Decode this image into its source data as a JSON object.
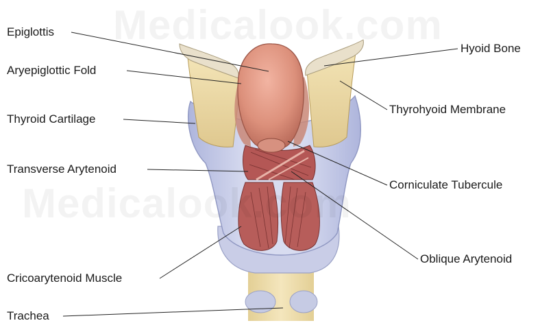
{
  "watermark": {
    "top": "Medicalook.com",
    "middle": "Medicalook.com"
  },
  "labels": {
    "epiglottis": "Epiglottis",
    "aryepiglottic_fold": "Aryepiglottic Fold",
    "thyroid_cartilage": "Thyroid Cartilage",
    "transverse_arytenoid": "Transverse Arytenoid",
    "cricoarytenoid_muscle": "Cricoarytenoid Muscle",
    "trachea": "Trachea",
    "hyoid_bone": "Hyoid Bone",
    "thyrohyoid_membrane": "Thyrohyoid Membrane",
    "corniculate_tubercule": "Corniculate Tubercule",
    "oblique_arytenoid": "Oblique Arytenoid"
  },
  "colors": {
    "hyoid": "#e6dcc6",
    "membrane": "#ecd9a3",
    "thyroid": "#c7cce6",
    "epiglottis": "#d88e78",
    "muscle": "#b25452",
    "trachea": "#ecd9a3",
    "leader": "#222222"
  }
}
